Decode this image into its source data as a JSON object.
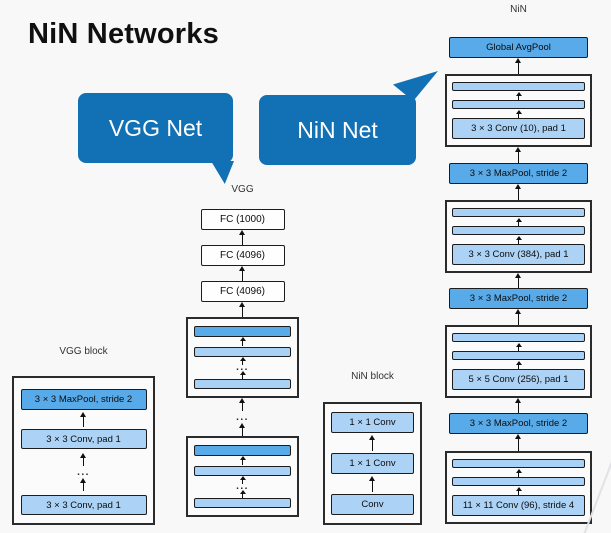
{
  "title": "NiN Networks",
  "bubbles": {
    "vgg": "VGG Net",
    "nin": "NiN Net"
  },
  "labels": {
    "vgg_column": "VGG",
    "nin_column": "NiN",
    "vgg_block_panel": "VGG block",
    "nin_block_panel": "NiN block"
  },
  "dots": "...",
  "vgg_block_panel": {
    "layers": [
      "3 × 3 MaxPool, stride 2",
      "3 × 3 Conv, pad 1",
      "3 × 3 Conv, pad 1"
    ]
  },
  "nin_block_panel": {
    "layers": [
      "1 × 1 Conv",
      "1 × 1 Conv",
      "Conv"
    ]
  },
  "vgg_network": {
    "fc_layers": [
      "FC (1000)",
      "FC (4096)",
      "FC (4096)"
    ]
  },
  "nin_network": {
    "global_pool": "Global AvgPool",
    "maxpool": "3 × 3 MaxPool, stride 2",
    "conv_layers": [
      "3 × 3 Conv (10), pad 1",
      "3 × 3 Conv (384), pad 1",
      "5 × 5 Conv (256), pad 1",
      "11 × 11 Conv (96), stride 4"
    ]
  },
  "colors": {
    "bubble_blue": "#1270b4",
    "pool_blue": "#58aae9",
    "conv_blue": "#acd2f6",
    "border_dark": "#1c1c1c",
    "background": "#f8f8f9"
  }
}
